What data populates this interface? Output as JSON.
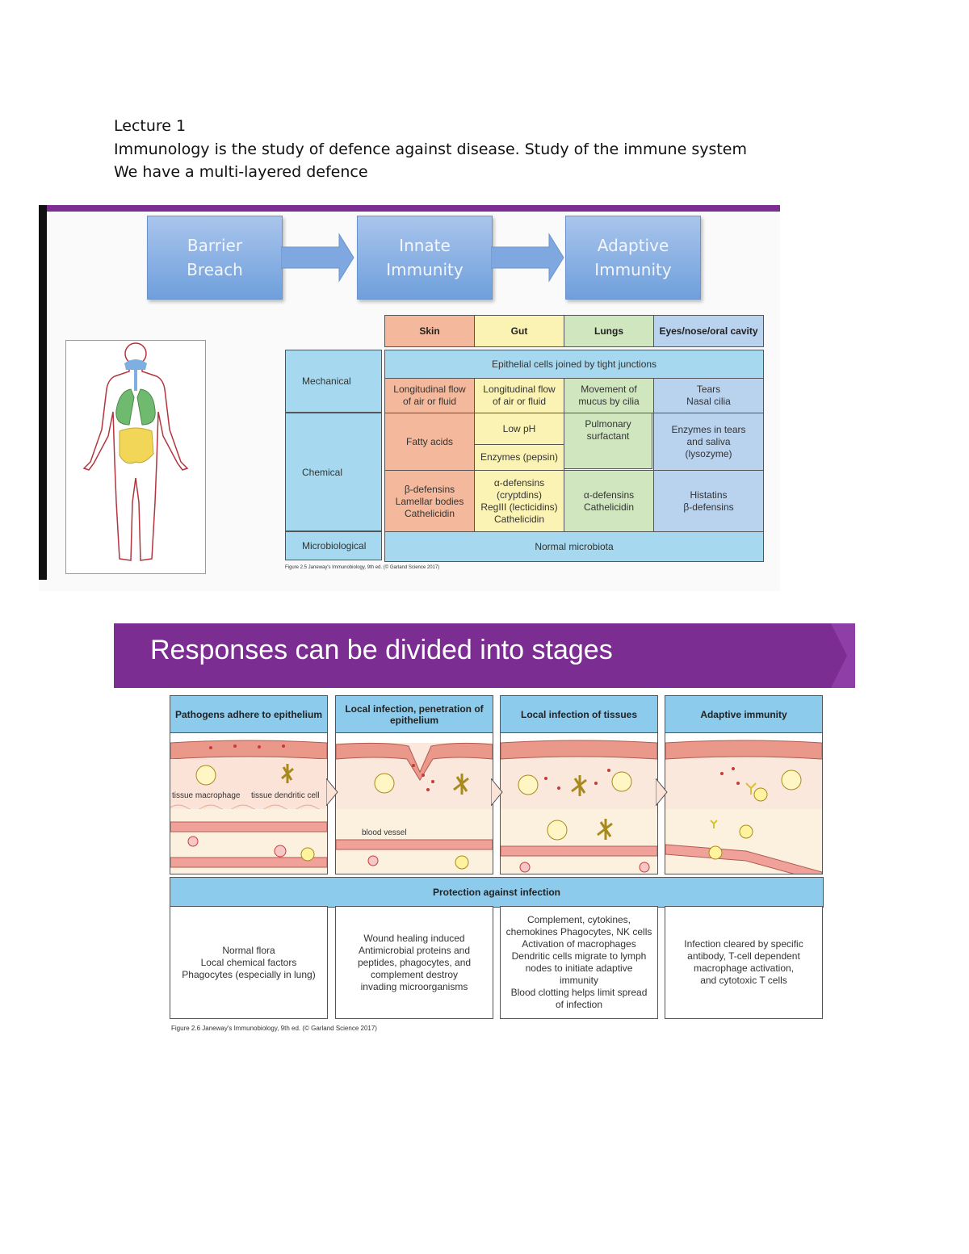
{
  "document": {
    "line1": "Lecture 1",
    "line2": "Immunology is the study of defence against disease. Study of the immune system",
    "line3": "We have a multi-layered defence"
  },
  "slide1": {
    "flow": [
      "Barrier Breach",
      "Innate Immunity",
      "Adaptive Immunity"
    ],
    "table": {
      "columns": [
        "Skin",
        "Gut",
        "Lungs",
        "Eyes/nose/oral cavity"
      ],
      "column_colors": [
        "#f4b99c",
        "#fbf3b4",
        "#cfe6bf",
        "#b9d2ee"
      ],
      "rows": {
        "mechanical": {
          "label": "Mechanical",
          "span": "Epithelial cells joined by tight junctions",
          "cells": [
            "Longitudinal flow\nof air or fluid",
            "Longitudinal flow\nof air or fluid",
            "Movement of\nmucus by cilia",
            "Tears\nNasal cilia"
          ]
        },
        "chemical": {
          "label": "Chemical",
          "skin": "Fatty acids",
          "gut_top": "Low pH",
          "gut_bottom": "Enzymes (pepsin)",
          "lungs": "Pulmonary\nsurfactant",
          "eyes": "Enzymes in tears\nand saliva\n(lysozyme)",
          "skin2": "β-defensins\nLamellar bodies\nCathelicidin",
          "gut2": "α-defensins\n(cryptdins)\nRegIII (lecticidins)\nCathelicidin",
          "lungs2": "α-defensins\nCathelicidin",
          "eyes2": "Histatins\nβ-defensins"
        },
        "microbiological": {
          "label": "Microbiological",
          "span": "Normal microbiota"
        }
      },
      "caption": "Figure 2.5 Janeway's Immunobiology, 9th ed. (© Garland Science 2017)"
    }
  },
  "slide2": {
    "title": "Responses can be divided into stages",
    "stages": [
      "Pathogens adhere to epithelium",
      "Local infection, penetration of epithelium",
      "Local infection of tissues",
      "Adaptive immunity"
    ],
    "image_labels": {
      "macrophage": "tissue macrophage",
      "dendritic": "tissue dendritic cell",
      "vessel": "blood vessel"
    },
    "protection": "Protection against infection",
    "descriptions": [
      "Normal flora\nLocal chemical factors\nPhagocytes (especially in lung)",
      "Wound healing induced\nAntimicrobial proteins and\npeptides, phagocytes, and\ncomplement destroy\ninvading microorganisms",
      "Complement, cytokines,\nchemokines Phagocytes, NK cells\nActivation of macrophages\nDendritic cells migrate to lymph\nnodes to initiate adaptive\nimmunity\nBlood clotting helps limit spread\nof infection",
      "Infection cleared by specific\nantibody, T-cell dependent\nmacrophage activation,\nand cytotoxic T cells"
    ],
    "caption": "Figure 2.6 Janeway's Immunobiology, 9th ed. (© Garland Science 2017)",
    "colors": {
      "accent": "#7b2d92",
      "header_blue": "#8dcbec"
    }
  }
}
